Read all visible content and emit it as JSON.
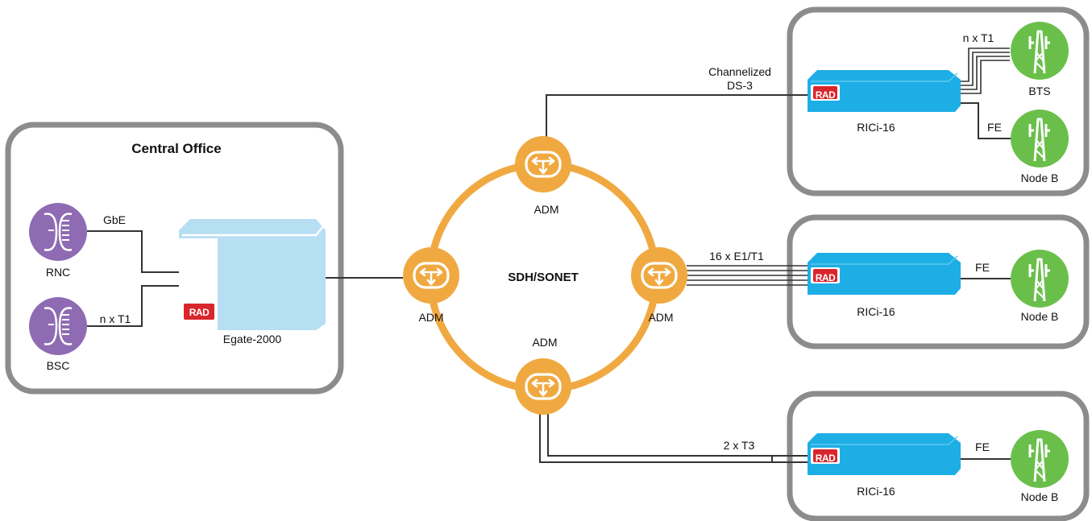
{
  "central_office": {
    "title": "Central Office"
  },
  "ring": {
    "label": "SDH/SONET",
    "color": "#f0a941"
  },
  "adm": {
    "top": "ADM",
    "left": "ADM",
    "right": "ADM",
    "bottom": "ADM"
  },
  "core": {
    "rnc": "RNC",
    "bsc": "BSC",
    "rnc_link": "GbE",
    "bsc_link": "n x T1",
    "egate": "Egate-2000",
    "logo": "RAD"
  },
  "site1": {
    "uplink_line1": "Channelized",
    "uplink_line2": "DS-3",
    "device": "RICi-16",
    "logo": "RAD",
    "link_bts": "n x T1",
    "link_nodeb": "FE",
    "bts": "BTS",
    "nodeb": "Node B"
  },
  "site2": {
    "uplink": "16 x E1/T1",
    "device": "RICi-16",
    "logo": "RAD",
    "link": "FE",
    "nodeb": "Node B"
  },
  "site3": {
    "uplink": "2 x T3",
    "device": "RICi-16",
    "logo": "RAD",
    "link": "FE",
    "nodeb": "Node B"
  },
  "colors": {
    "site_border": "#8c8c8c",
    "purple": "#8e6bb3",
    "green": "#6abf4b",
    "blue": "#1eaee6",
    "light_blue": "#b7dff3",
    "rad_red": "#d9262c"
  }
}
